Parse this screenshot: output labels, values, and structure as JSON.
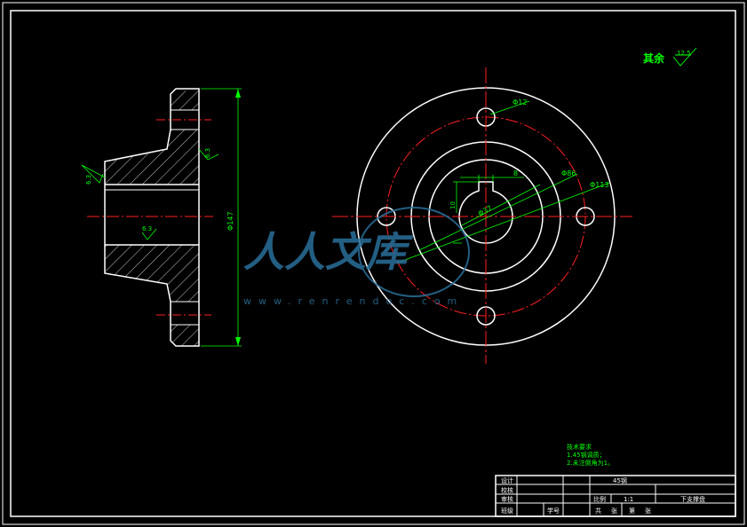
{
  "colors": {
    "background": "#000000",
    "outline": "#ffffff",
    "centerline": "#ff2020",
    "dimension": "#00ff00",
    "watermark": "#2a6f9a"
  },
  "roughness": {
    "label": "其余",
    "value": "12.5"
  },
  "side_view": {
    "roughness_upper": "6.3",
    "roughness_left": "6.3",
    "roughness_bore": "6.3",
    "dim_outer_diameter": "Φ147"
  },
  "front_view": {
    "dim_bolt_hole": "Φ12",
    "dim_hub": "Φ86",
    "dim_bolt_circle": "Φ113",
    "dim_key_width": "8",
    "dim_bore": "Φ37",
    "dim_key_depth": "10"
  },
  "watermark": {
    "text": "人人文库",
    "url": "www.renrendoc.com"
  },
  "tech_requirements": {
    "title": "技术要求",
    "item1": "1.45钢调质；",
    "item2": "2.未注倒角为1。"
  },
  "title_block": {
    "design": "设计",
    "check": "校核",
    "review": "审核",
    "class": "班级",
    "student_no": "学号",
    "material": "45钢",
    "scale_label": "比例",
    "scale_value": "1:1",
    "part_name": "下支撑盘",
    "sheets_total": "共",
    "sheets_total_unit": "张",
    "sheet_no": "第",
    "sheet_no_unit": "张"
  }
}
